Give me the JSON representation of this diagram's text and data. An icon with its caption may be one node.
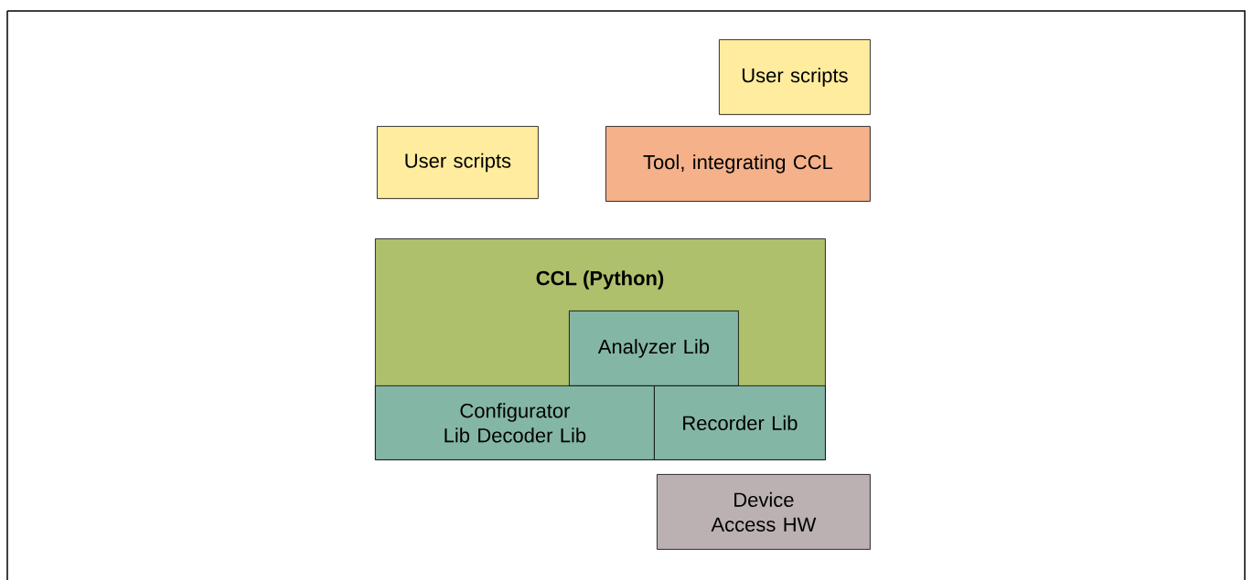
{
  "diagram": {
    "nodes": [
      {
        "text": [
          "User scripts"
        ]
      },
      {
        "text": [
          "User scripts"
        ]
      },
      {
        "text": [
          "Tool, integrating CCL"
        ]
      },
      {
        "text": [
          "CCL (Python)"
        ]
      },
      {
        "text": [
          "Analyzer Lib"
        ],
        "in": 3
      },
      {
        "text": [
          "Configurator Lib Decoder Lib"
        ],
        "in": 3
      },
      {
        "text": [
          "Recorder Lib"
        ],
        "in": 3
      },
      {
        "text": [
          "Device Access HW"
        ]
      }
    ]
  }
}
